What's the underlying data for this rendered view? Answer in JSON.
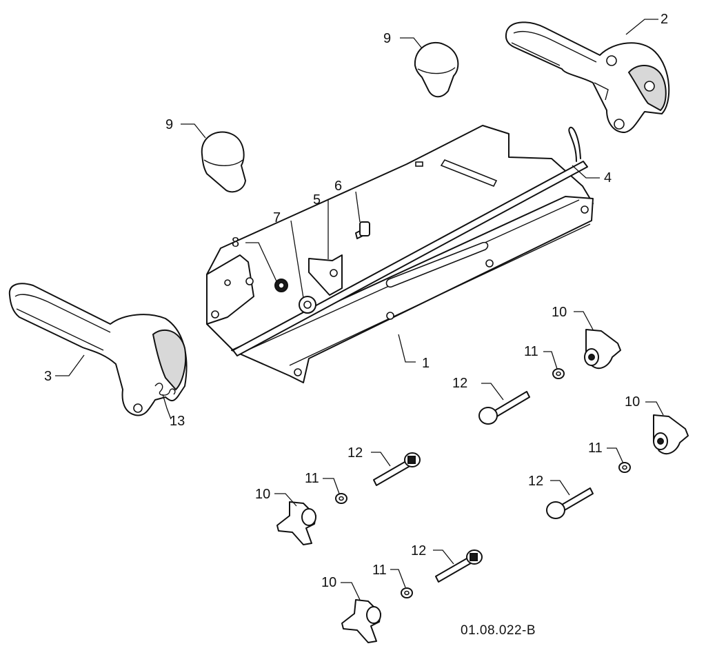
{
  "callouts": {
    "frame": "1",
    "right_armrest": "2",
    "left_armrest": "3",
    "rod": "4",
    "bracket": "5",
    "screw": "6",
    "bushing": "7",
    "nut": "8",
    "cap_upper": "9",
    "cap_left": "9",
    "knob_a": "10",
    "knob_b": "10",
    "knob_c": "10",
    "knob_d": "10",
    "washer_a": "11",
    "washer_b": "11",
    "washer_c": "11",
    "washer_d": "11",
    "bolt_a": "12",
    "bolt_b": "12",
    "bolt_c": "12",
    "bolt_d": "12",
    "spring": "13"
  },
  "drawing_number": "01.08.022-B"
}
